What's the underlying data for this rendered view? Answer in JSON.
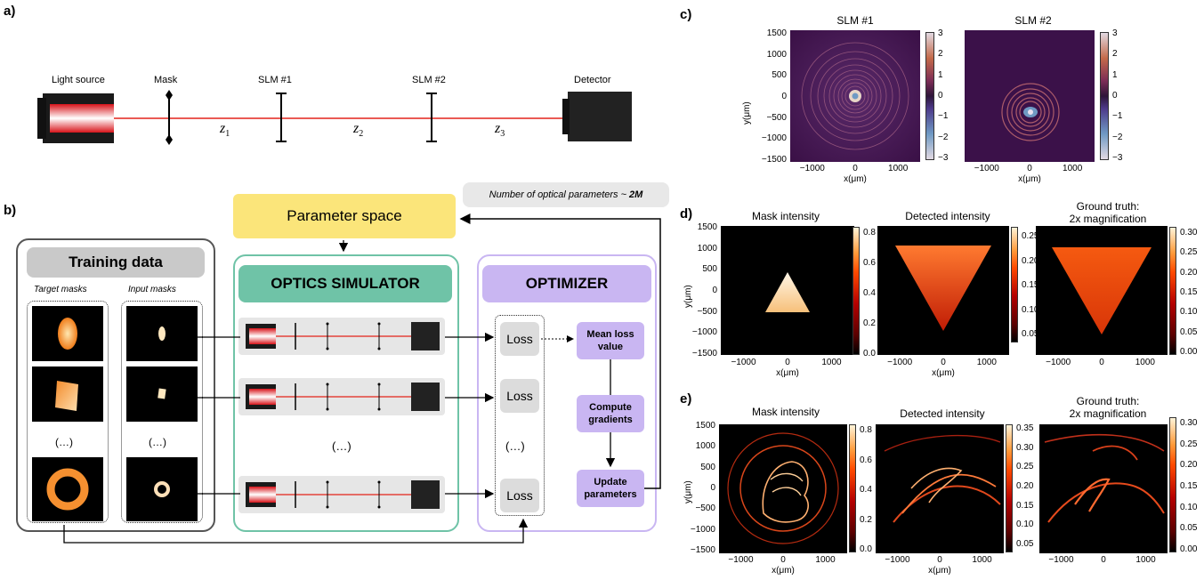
{
  "panels": {
    "a": "a)",
    "b": "b)",
    "c": "c)",
    "d": "d)",
    "e": "e)"
  },
  "setup": {
    "light_source": "Light source",
    "mask": "Mask",
    "slm1": "SLM #1",
    "slm2": "SLM #2",
    "detector": "Detector",
    "z1": "z",
    "z1_sub": "1",
    "z2": "z",
    "z2_sub": "2",
    "z3": "z",
    "z3_sub": "3",
    "beam_color": "#e3231b"
  },
  "workflow": {
    "num_params_note": "Number of optical parameters ~ ",
    "num_params_bold": "2M",
    "parameter_space": "Parameter space",
    "training_data": "Training data",
    "target_masks": "Target masks",
    "input_masks": "Input masks",
    "ellipsis": "(…)",
    "optics_simulator": "OPTICS SIMULATOR",
    "optimizer": "OPTIMIZER",
    "loss": "Loss",
    "mean_loss": "Mean loss value",
    "compute_gradients": "Compute gradients",
    "update_parameters": "Update parameters",
    "colors": {
      "param_space": "#fbe57a",
      "optics_border": "#6fc3a7",
      "optics_header": "#6fc3a7",
      "optimizer_border": "#c9b6f2",
      "optimizer_header": "#c9b6f2",
      "training_border": "#555555"
    }
  },
  "panel_c": {
    "titles": [
      "SLM #1",
      "SLM #2"
    ],
    "yticks": [
      "1500",
      "1000",
      "500",
      "0",
      "−500",
      "−1000",
      "−1500"
    ],
    "xticks": [
      "−1000",
      "0",
      "1000"
    ],
    "xlabel": "x(μm)",
    "ylabel": "y(μm)",
    "cbar_ticks": [
      "3",
      "2",
      "1",
      "0",
      "−1",
      "−2",
      "−3"
    ]
  },
  "panel_d": {
    "titles": [
      "Mask intensity",
      "Detected intensity",
      "Ground truth:\n2x magnification"
    ],
    "yticks": [
      "1500",
      "1000",
      "500",
      "0",
      "−500",
      "−1000",
      "−1500"
    ],
    "xticks": [
      "−1000",
      "0",
      "1000"
    ],
    "xlabel": "x(μm)",
    "ylabel": "y(μm)",
    "cbar1": [
      "0.8",
      "0.6",
      "0.4",
      "0.2",
      "0.0"
    ],
    "cbar2": [
      "0.25",
      "0.20",
      "0.15",
      "0.10",
      "0.05"
    ],
    "cbar3": [
      "0.30",
      "0.25",
      "0.20",
      "0.15",
      "0.10",
      "0.05",
      "0.00"
    ]
  },
  "panel_e": {
    "titles": [
      "Mask intensity",
      "Detected intensity",
      "Ground truth:\n2x magnification"
    ],
    "yticks": [
      "1500",
      "1000",
      "500",
      "0",
      "−500",
      "−1000",
      "−1500"
    ],
    "xticks": [
      "−1000",
      "0",
      "1000"
    ],
    "xlabel": "x(μm)",
    "ylabel": "y(μm)",
    "cbar1": [
      "0.8",
      "0.6",
      "0.4",
      "0.2",
      "0.0"
    ],
    "cbar2": [
      "0.35",
      "0.30",
      "0.25",
      "0.20",
      "0.15",
      "0.10",
      "0.05"
    ],
    "cbar3": [
      "0.30",
      "0.25",
      "0.20",
      "0.15",
      "0.10",
      "0.05",
      "0.00"
    ]
  }
}
